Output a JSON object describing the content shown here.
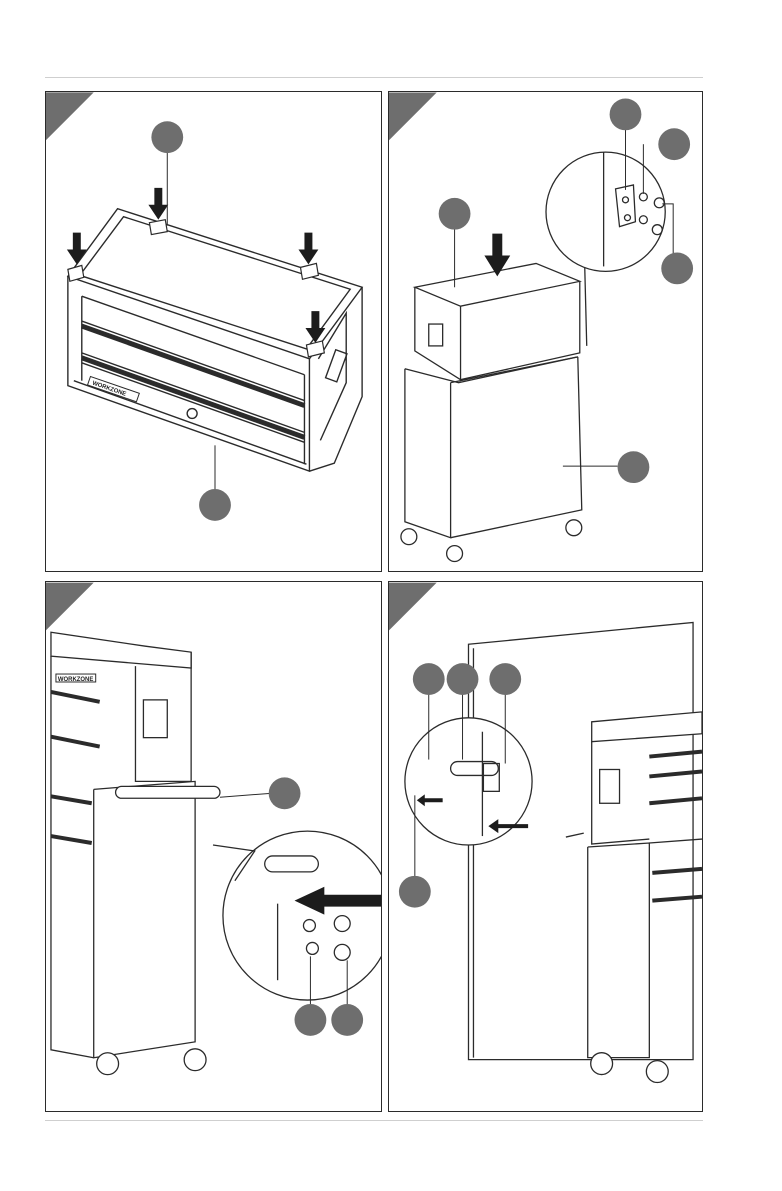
{
  "page": {
    "layout": "2x2 assembly step illustrations",
    "brand_label": "WORKZONE"
  },
  "colors": {
    "ink": "#2b2b2b",
    "callout_fill": "#6e6e6e",
    "step_triangle": "#6e6e6e",
    "rule": "#cfcfcf"
  },
  "panels": [
    {
      "position": "top-left",
      "content": "tool chest top with four corner arrows",
      "callouts": 2
    },
    {
      "position": "top-right",
      "content": "chest placed onto cabinet with bolt detail",
      "callouts": 5
    },
    {
      "position": "bottom-left",
      "content": "side handle attachment with bolt detail",
      "callouts": 3
    },
    {
      "position": "bottom-right",
      "content": "wall bracket mounting detail",
      "callouts": 4
    }
  ]
}
